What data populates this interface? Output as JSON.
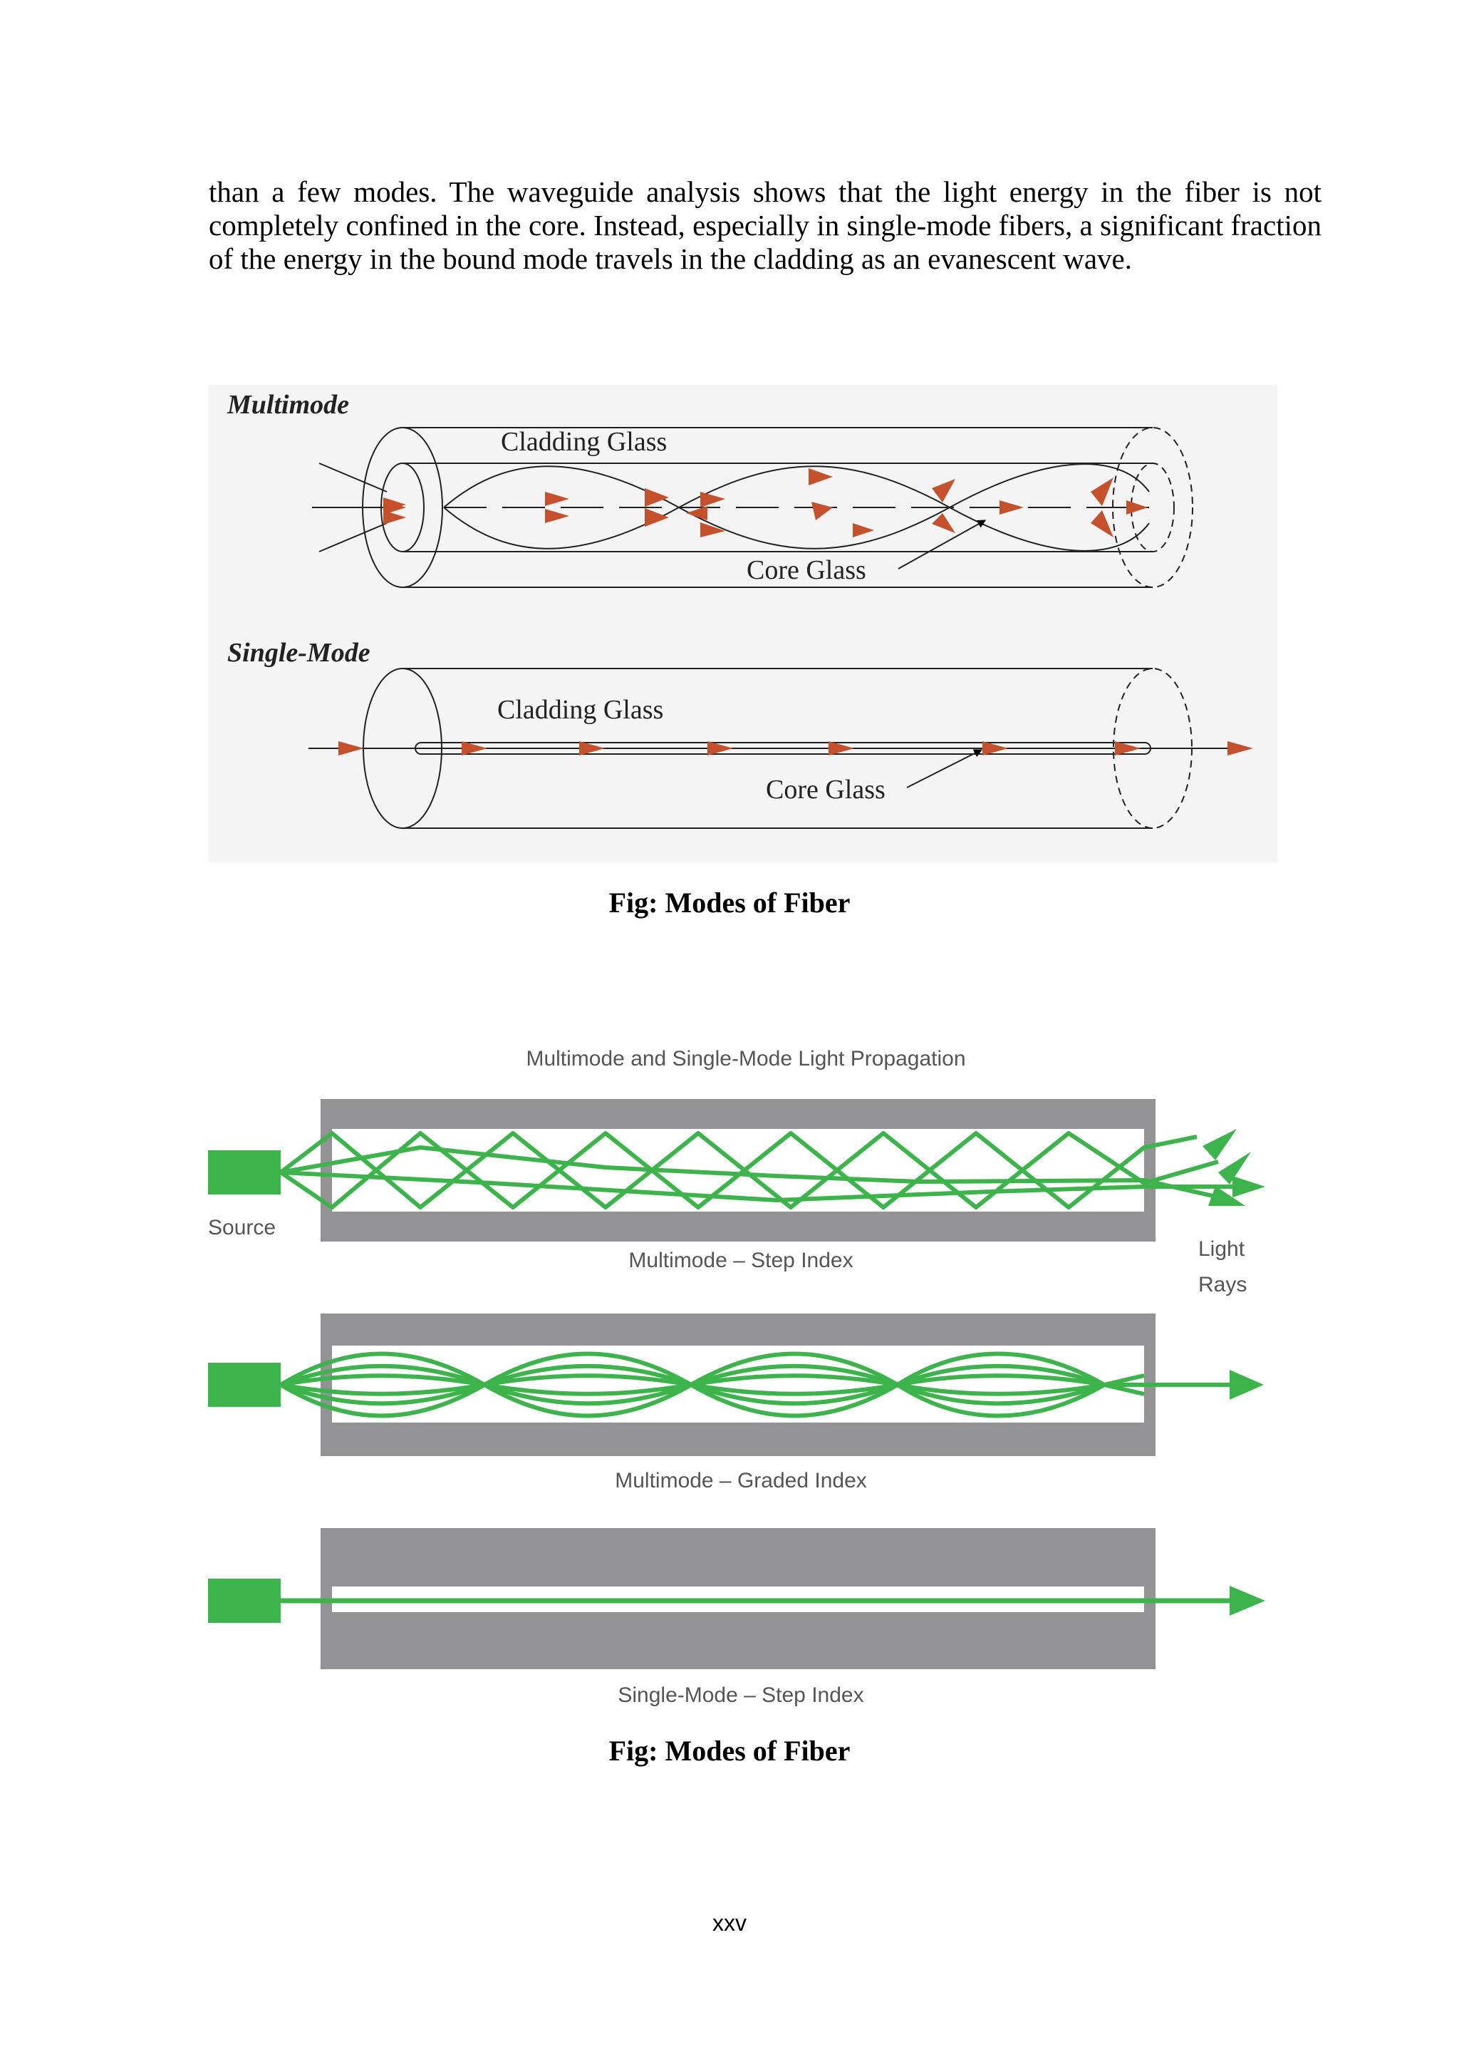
{
  "paragraph": "than a few modes. The waveguide analysis shows that the light energy in the fiber is not completely confined in the core. Instead, especially in single-mode fibers, a significant fraction of the energy in the bound mode travels in the cladding as an evanescent wave.",
  "figure1": {
    "multimode_label": "Multimode",
    "multimode_cladding": "Cladding Glass",
    "multimode_core": "Core Glass",
    "singlemode_label": "Single-Mode",
    "singlemode_cladding": "Cladding Glass",
    "singlemode_core": "Core Glass",
    "caption": "Fig: Modes of Fiber",
    "colors": {
      "arrow": "#c4502c",
      "background": "#f4f4f4"
    }
  },
  "figure2": {
    "title": "Multimode and Single-Mode Light Propagation",
    "source_label": "Source",
    "light_label": "Light",
    "rays_label": "Rays",
    "step_index_label": "Multimode – Step Index",
    "graded_index_label": "Multimode – Graded Index",
    "single_mode_label": "Single-Mode – Step Index",
    "caption": "Fig: Modes of Fiber",
    "colors": {
      "ray": "#3cb44b",
      "cladding": "#939396"
    }
  },
  "page_number": "xxv"
}
